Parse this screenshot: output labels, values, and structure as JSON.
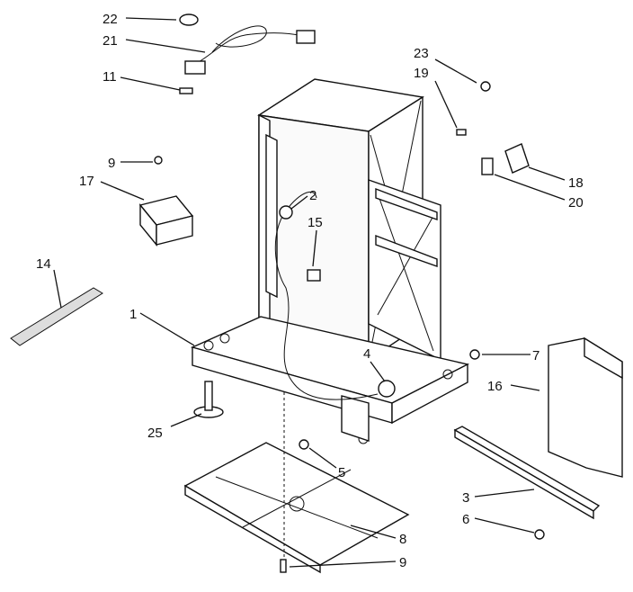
{
  "diagram": {
    "background": "#ffffff",
    "ink": "#111111",
    "callouts": [
      {
        "id": "c22",
        "label": "22"
      },
      {
        "id": "c21",
        "label": "21"
      },
      {
        "id": "c11",
        "label": "11"
      },
      {
        "id": "c9a",
        "label": "9"
      },
      {
        "id": "c17",
        "label": "17"
      },
      {
        "id": "c14",
        "label": "14"
      },
      {
        "id": "c1",
        "label": "1"
      },
      {
        "id": "c2",
        "label": "2"
      },
      {
        "id": "c15",
        "label": "15"
      },
      {
        "id": "c4",
        "label": "4"
      },
      {
        "id": "c25",
        "label": "25"
      },
      {
        "id": "c5",
        "label": "5"
      },
      {
        "id": "c23",
        "label": "23"
      },
      {
        "id": "c19",
        "label": "19"
      },
      {
        "id": "c18",
        "label": "18"
      },
      {
        "id": "c20",
        "label": "20"
      },
      {
        "id": "c7",
        "label": "7"
      },
      {
        "id": "c16",
        "label": "16"
      },
      {
        "id": "c3",
        "label": "3"
      },
      {
        "id": "c6",
        "label": "6"
      },
      {
        "id": "c8",
        "label": "8"
      },
      {
        "id": "c9b",
        "label": "9"
      }
    ]
  }
}
